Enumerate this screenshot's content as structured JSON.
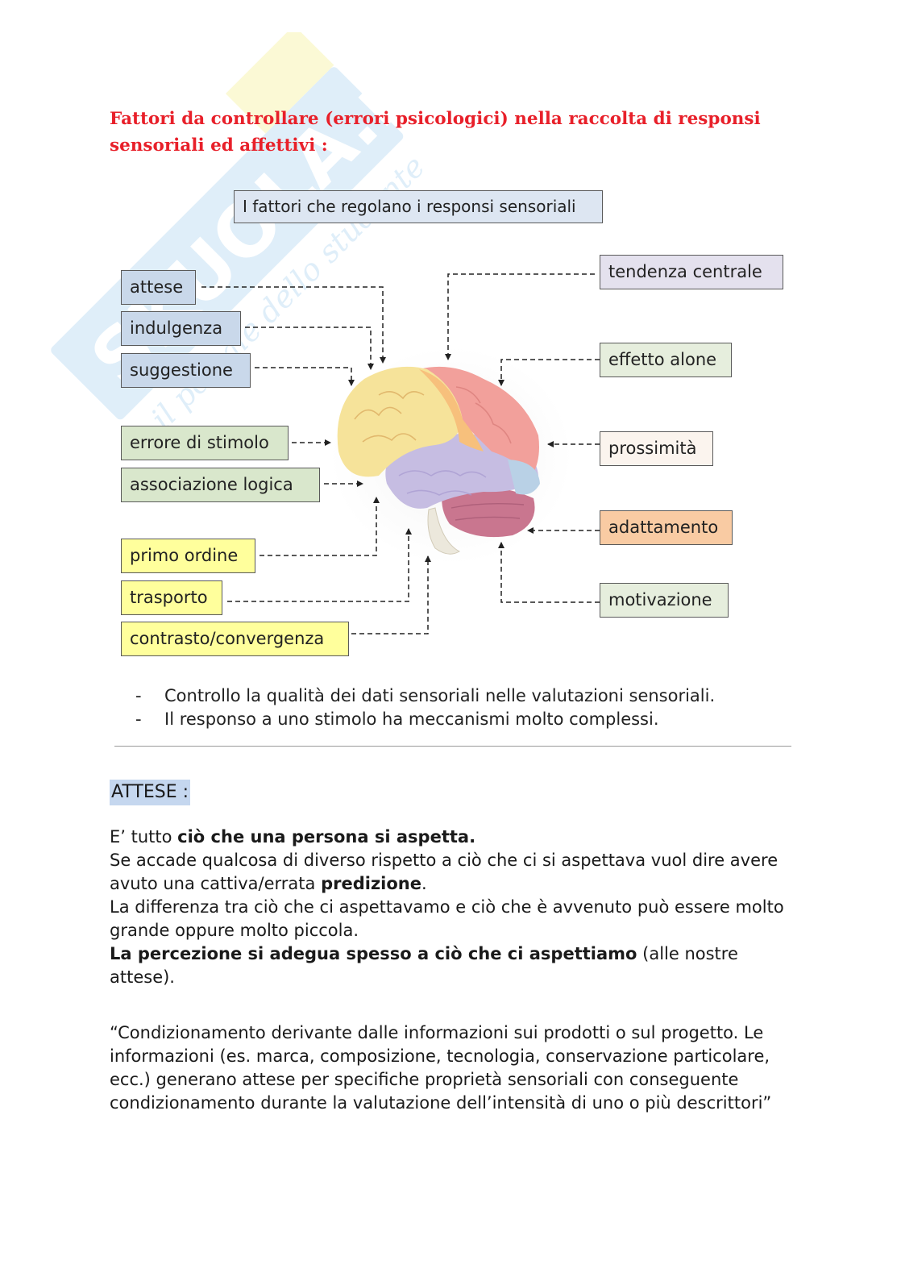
{
  "document": {
    "title": "Fattori da controllare (errori psicologici) nella raccolta di responsi sensoriali ed affettivi :",
    "watermark": "SKUOLA.net",
    "watermark_tagline": "il portale dello studente"
  },
  "diagram": {
    "header": "I fattori che regolano i responsi sensoriali",
    "left_factors": [
      "attese",
      "indulgenza",
      "suggestione",
      "errore di stimolo",
      "associazione logica",
      "primo ordine",
      "trasporto",
      "contrasto/convergenza"
    ],
    "right_factors": [
      "tendenza centrale",
      "effetto alone",
      "prossimità",
      "adattamento",
      "motivazione"
    ],
    "colors": {
      "blue": "#c9d8ea",
      "green": "#d9e7cc",
      "yellow": "#ffff9c",
      "lilac": "#e4e1ee",
      "peach": "#f9cba3",
      "pale_green": "#e6eedd"
    }
  },
  "bullets": [
    "Controllo la qualità dei dati sensoriali nelle valutazioni sensoriali.",
    "Il responso a uno stimolo ha meccanismi molto complessi."
  ],
  "section": {
    "title": "ATTESE :",
    "p1": {
      "a": "E’ tutto ",
      "b": "ciò che una persona si aspetta.",
      "c": "Se accade qualcosa di diverso rispetto a ciò che ci si aspettava vuol dire avere avuto una cattiva/errata ",
      "d": "predizione",
      "e": ".",
      "f": "La differenza tra ciò che ci aspettavamo e ciò che è avvenuto può essere molto grande oppure molto piccola.",
      "g": "La percezione si adegua spesso a ciò che ci aspettiamo",
      "h": " (alle nostre attese)."
    },
    "quote": "“Condizionamento derivante dalle informazioni sui prodotti o sul progetto. Le informazioni (es. marca, composizione, tecnologia, conservazione particolare, ecc.) generano attese per specifiche proprietà sensoriali con conseguente condizionamento durante la valutazione dell’intensità di uno o più descrittori”"
  }
}
